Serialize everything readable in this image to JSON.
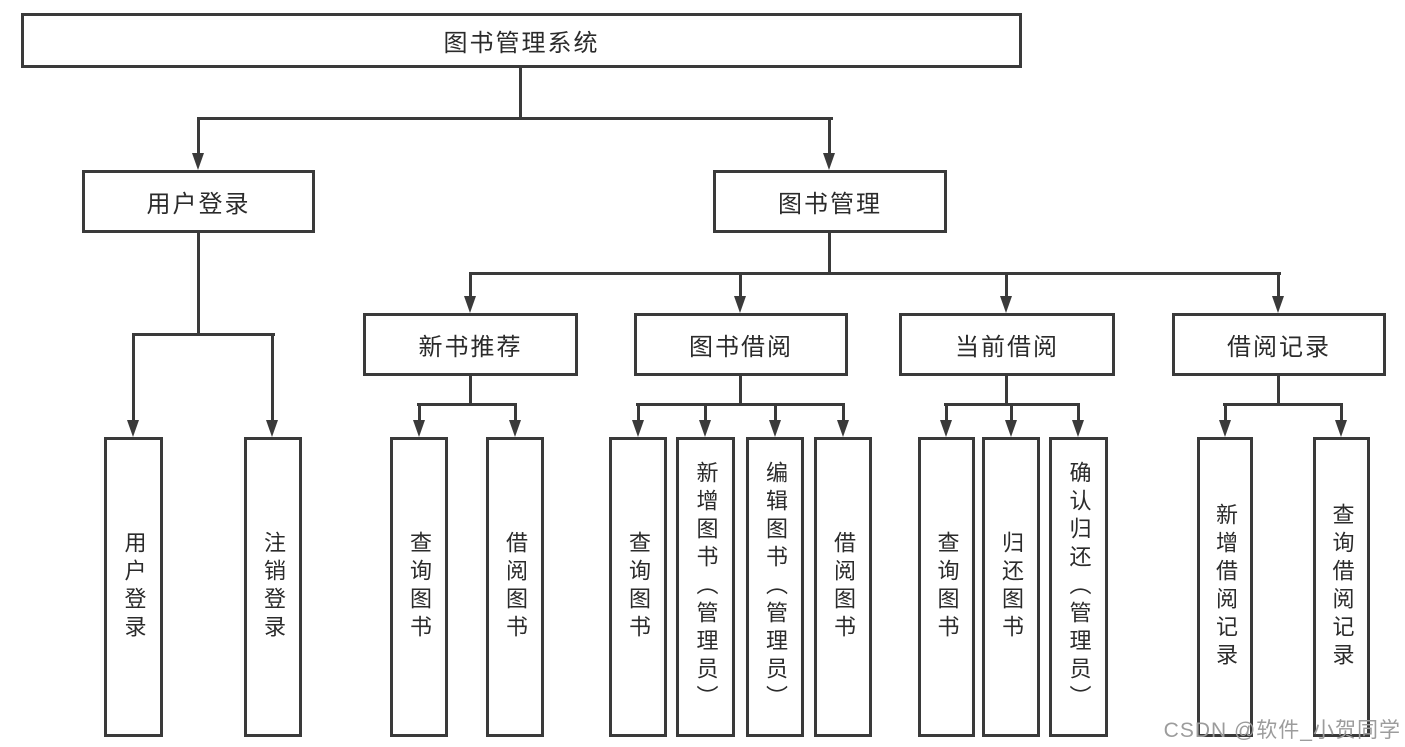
{
  "diagram": {
    "title_node": "图书管理系统",
    "branches": [
      {
        "label": "用户登录",
        "children": [
          {
            "label": "用户登录"
          },
          {
            "label": "注销登录"
          }
        ]
      },
      {
        "label": "图书管理",
        "children": [
          {
            "label": "新书推荐",
            "children": [
              {
                "label": "查询图书"
              },
              {
                "label": "借阅图书"
              }
            ]
          },
          {
            "label": "图书借阅",
            "children": [
              {
                "label": "查询图书"
              },
              {
                "label": "新增图书（管理员）"
              },
              {
                "label": "编辑图书（管理员）"
              },
              {
                "label": "借阅图书"
              }
            ]
          },
          {
            "label": "当前借阅",
            "children": [
              {
                "label": "查询图书"
              },
              {
                "label": "归还图书"
              },
              {
                "label": "确认归还（管理员）"
              }
            ]
          },
          {
            "label": "借阅记录",
            "children": [
              {
                "label": "新增借阅记录"
              },
              {
                "label": "查询借阅记录"
              }
            ]
          }
        ]
      }
    ]
  },
  "watermark": {
    "text": "CSDN @软件_小贺同学"
  },
  "colors": {
    "line": "#3a3a3a",
    "text": "#2b2b2b",
    "watermark": "#9c9c9c",
    "background": "#ffffff"
  }
}
